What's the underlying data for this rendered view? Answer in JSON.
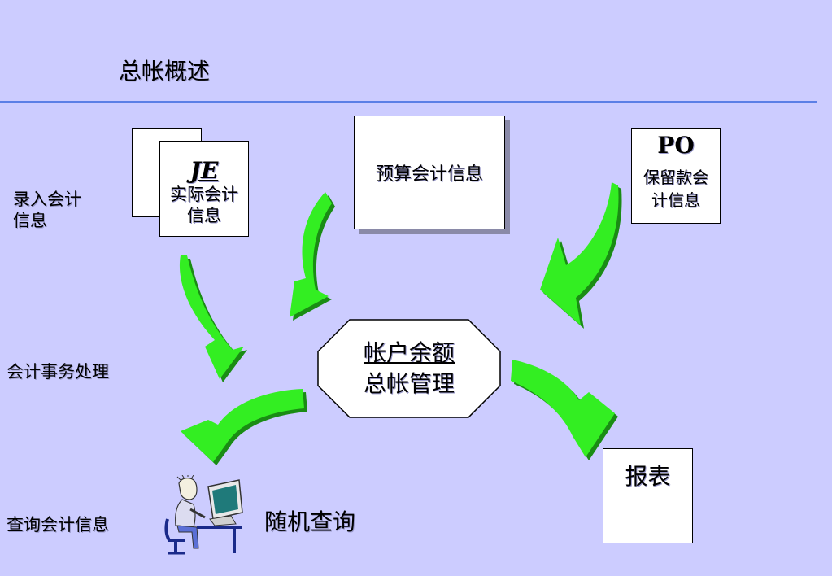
{
  "title": "总帐概述",
  "row_labels": {
    "entry": "录入会计\n信息",
    "processing": "会计事务处理",
    "query": "查询会计信息"
  },
  "je_document": {
    "code": "JE",
    "caption": "实际会计\n信息"
  },
  "budget_document": {
    "caption": "预算会计信息"
  },
  "po_document": {
    "code": "PO",
    "caption": "保留款会\n计信息"
  },
  "hub": {
    "line1": "帐户余额",
    "line2": "总帐管理"
  },
  "report_document": {
    "caption": "报表"
  },
  "adhoc_query": {
    "caption": "随机查询"
  },
  "colors": {
    "background": "#ccccff",
    "rule": "#5b7fe6",
    "arrow": "#33ee22",
    "arrow_shade": "#1a8c14"
  }
}
